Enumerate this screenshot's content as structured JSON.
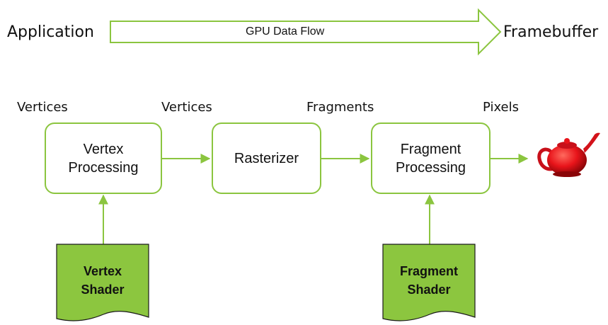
{
  "header": {
    "source_label": "Application",
    "arrow_label": "GPU Data Flow",
    "target_label": "Framebuffer"
  },
  "flow_labels": [
    "Vertices",
    "Vertices",
    "Fragments",
    "Pixels"
  ],
  "stages": [
    {
      "label": "Vertex\nProcessing"
    },
    {
      "label": "Rasterizer"
    },
    {
      "label": "Fragment\nProcessing"
    }
  ],
  "shaders": [
    {
      "label": "Vertex\nShader"
    },
    {
      "label": "Fragment\nShader"
    }
  ],
  "output_image": "teapot-icon",
  "colors": {
    "accent": "#8bc53f",
    "shader_fill": "#8cc63f",
    "teapot": "#e8141a"
  }
}
